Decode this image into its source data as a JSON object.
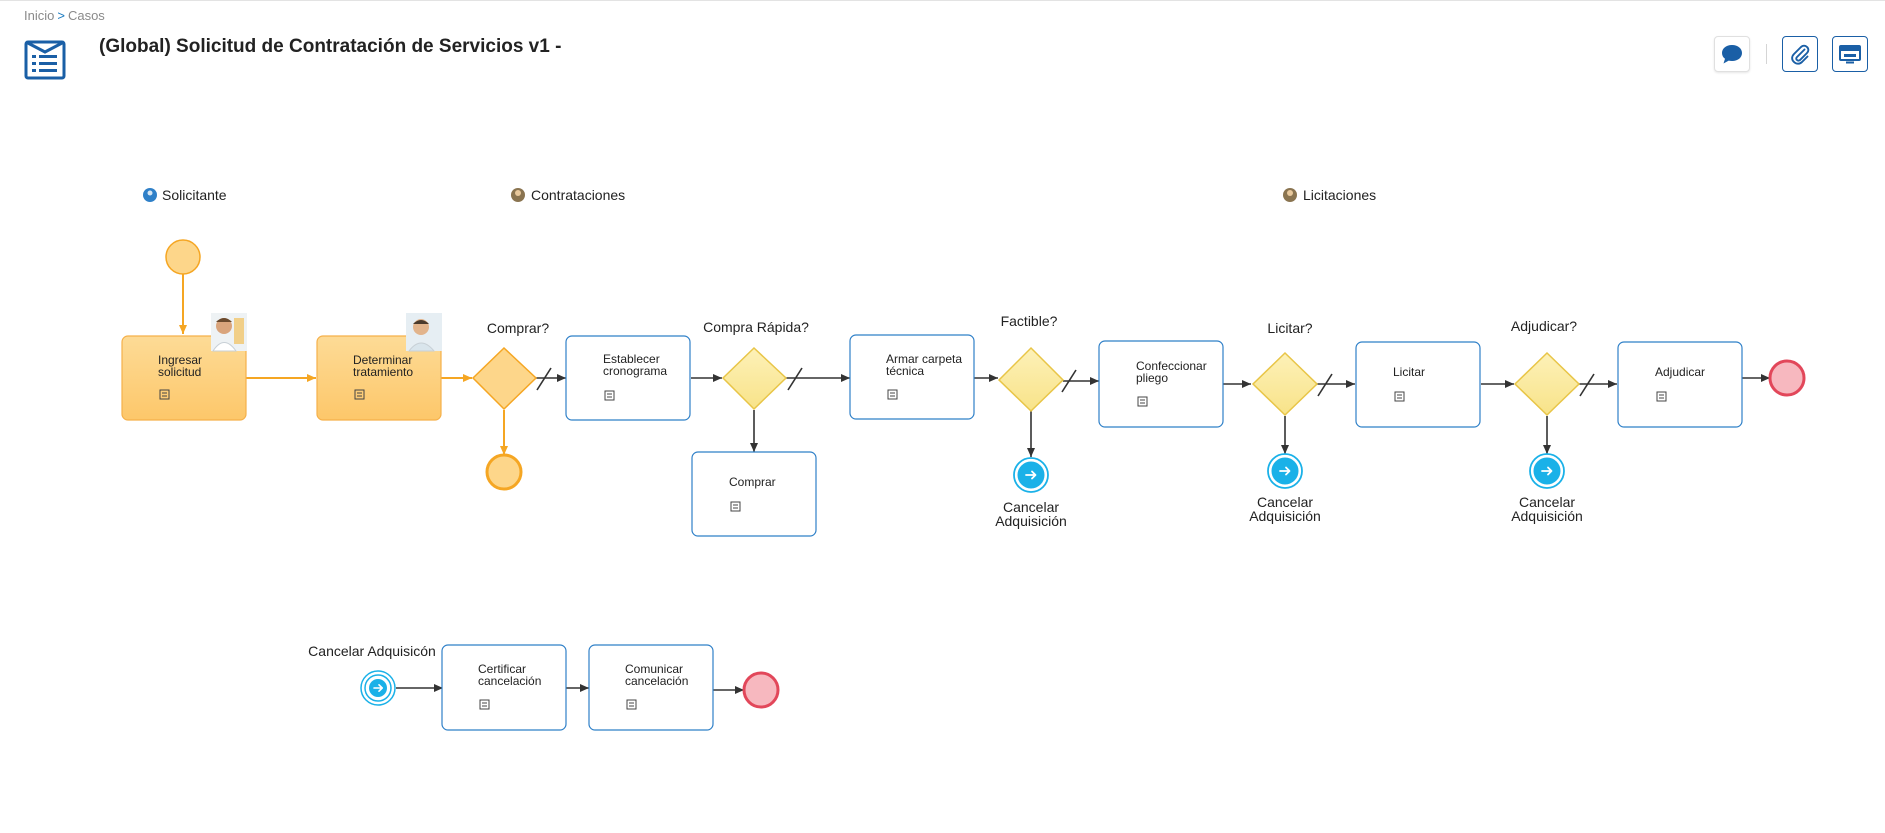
{
  "breadcrumb": {
    "home": "Inicio",
    "separator": ">",
    "current": "Casos"
  },
  "header": {
    "title": "(Global) Solicitud de Contratación de Servicios v1 -"
  },
  "toolbar": {
    "comments_icon": "speech-bubble-icon",
    "attach_icon": "paperclip-icon",
    "view_icon": "monitor-icon"
  },
  "colors": {
    "accent": "#1a5fa6",
    "completed_fill": "#fdd68a",
    "completed_stroke": "#f5a623",
    "task_stroke": "#2f80c8",
    "gateway_fill": "#fbeaa0",
    "gateway_stroke": "#e8c547",
    "end_fill": "#f7b8bf",
    "end_stroke": "#e2475a",
    "intermediate": "#1ab1e8"
  },
  "lanes": {
    "solicitante": "Solicitante",
    "contrataciones": "Contrataciones",
    "licitaciones": "Licitaciones"
  },
  "tasks": {
    "ingresar": [
      "Ingresar",
      "solicitud"
    ],
    "determinar": [
      "Determinar",
      "tratamiento"
    ],
    "cronograma": [
      "Establecer",
      "cronograma"
    ],
    "comprar": [
      "Comprar"
    ],
    "carpeta": [
      "Armar carpeta",
      "técnica"
    ],
    "pliego": [
      "Confeccionar",
      "pliego"
    ],
    "licitar": [
      "Licitar"
    ],
    "adjudicar": [
      "Adjudicar"
    ],
    "certificar": [
      "Certificar",
      "cancelación"
    ],
    "comunicar": [
      "Comunicar",
      "cancelación"
    ]
  },
  "gateways": {
    "comprar": "Comprar?",
    "rapida": "Compra Rápida?",
    "factible": "Factible?",
    "licitar": "Licitar?",
    "adjudicar": "Adjudicar?"
  },
  "events": {
    "cancel_lines": [
      "Cancelar",
      "Adquisición"
    ],
    "cancel_start": "Cancelar Adquisicón"
  }
}
